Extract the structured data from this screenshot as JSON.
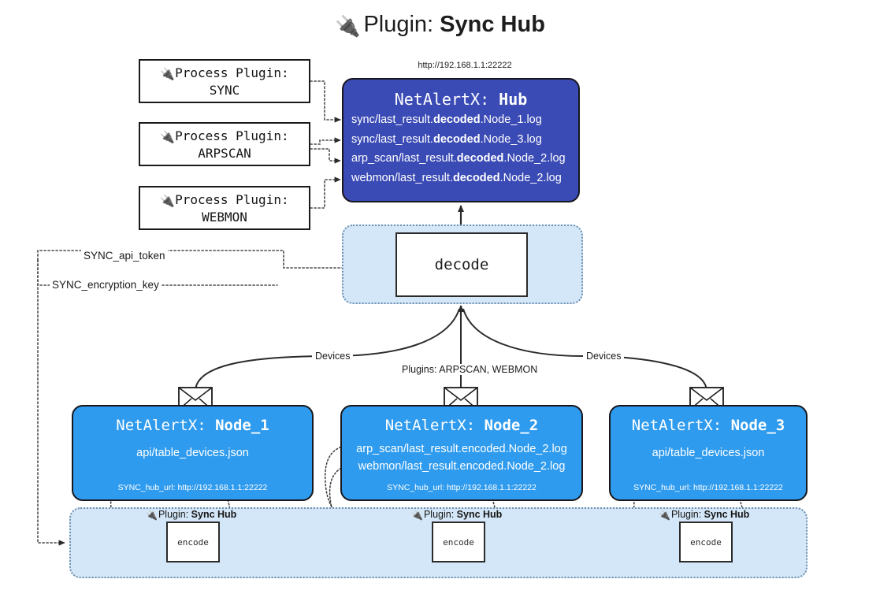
{
  "title": {
    "icon": "plug-icon",
    "prefix": "Plugin:",
    "name": "Sync Hub"
  },
  "hub": {
    "url": "http://192.168.1.1:22222",
    "app": "NetAlertX:",
    "name": "Hub",
    "logs": [
      {
        "pre": "sync/last_result.",
        "mid": "decoded",
        "post": ".Node_1.log"
      },
      {
        "pre": "sync/last_result.",
        "mid": "decoded",
        "post": ".Node_3.log"
      },
      {
        "pre": "arp_scan/last_result.",
        "mid": "decoded",
        "post": ".Node_2.log"
      },
      {
        "pre": "webmon/last_result.",
        "mid": "decoded",
        "post": ".Node_2.log"
      }
    ]
  },
  "process_plugins": [
    {
      "icon": "plug-icon",
      "line1": "Process Plugin:",
      "line2": "SYNC"
    },
    {
      "icon": "plug-icon",
      "line1": "Process Plugin:",
      "line2": "ARPSCAN"
    },
    {
      "icon": "plug-icon",
      "line1": "Process Plugin:",
      "line2": "WEBMON"
    }
  ],
  "decode": {
    "label": "decode"
  },
  "tokens": {
    "api": "SYNC_api_token",
    "key": "SYNC_encryption_key"
  },
  "edge_labels": {
    "devices_left": "Devices",
    "devices_right": "Devices",
    "plugins_center": "Plugins: ARPSCAN, WEBMON"
  },
  "nodes": [
    {
      "app": "NetAlertX:",
      "name": "Node_1",
      "files": [
        "api/table_devices.json"
      ],
      "hub_url": "SYNC_hub_url: http://192.168.1.1:22222"
    },
    {
      "app": "NetAlertX:",
      "name": "Node_2",
      "files": [
        "arp_scan/last_result.encoded.Node_2.log",
        "webmon/last_result.encoded.Node_2.log"
      ],
      "hub_url": "SYNC_hub_url: http://192.168.1.1:22222"
    },
    {
      "app": "NetAlertX:",
      "name": "Node_3",
      "files": [
        "api/table_devices.json"
      ],
      "hub_url": "SYNC_hub_url: http://192.168.1.1:22222"
    }
  ],
  "plugin_row": [
    {
      "icon": "plug-icon",
      "prefix": "Plugin:",
      "name": "Sync Hub",
      "box": "encode"
    },
    {
      "icon": "plug-icon",
      "prefix": "Plugin:",
      "name": "Sync Hub",
      "box": "encode"
    },
    {
      "icon": "plug-icon",
      "prefix": "Plugin:",
      "name": "Sync Hub",
      "box": "encode"
    }
  ],
  "colors": {
    "hub_fill": "#3b4bb5",
    "node_fill": "#2f9bee",
    "container_fill": "#d4e7f8",
    "stroke": "#17171d",
    "dotted": "#4a4a4a"
  }
}
